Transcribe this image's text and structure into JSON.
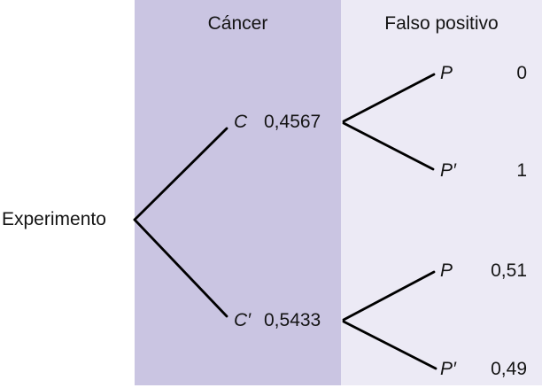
{
  "tree": {
    "root": {
      "label": "Experimento"
    },
    "headers": [
      {
        "id": "cancer",
        "label": "Cáncer"
      },
      {
        "id": "falso-positivo",
        "label": "Falso positivo"
      }
    ],
    "branches": [
      {
        "symbol": "C",
        "probability": "0,4567",
        "children": [
          {
            "symbol": "P",
            "probability": "0"
          },
          {
            "symbol": "P′",
            "probability": "1"
          }
        ]
      },
      {
        "symbol": "C′",
        "probability": "0,5433",
        "children": [
          {
            "symbol": "P",
            "probability": "0,51"
          },
          {
            "symbol": "P′",
            "probability": "0,49"
          }
        ]
      }
    ],
    "colors": {
      "cancer_band": "#cac5e2",
      "falso_positivo_band": "#eceaf5",
      "line": "#000000",
      "text": "#141414"
    }
  }
}
